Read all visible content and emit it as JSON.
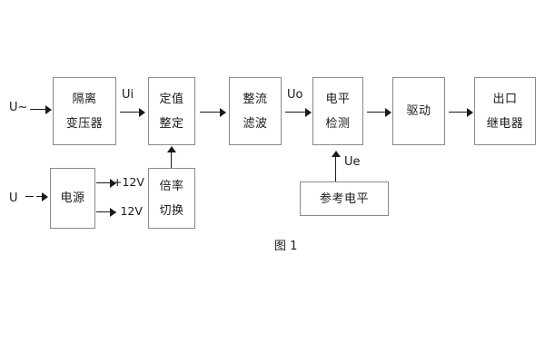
{
  "diagram": {
    "caption": "图 1",
    "blocks": [
      {
        "id": "isolation-transformer",
        "lines": [
          "隔离",
          "变压器"
        ]
      },
      {
        "id": "setting-value",
        "lines": [
          "定值",
          "整定"
        ]
      },
      {
        "id": "rectify-filter",
        "lines": [
          "整流",
          "滤波"
        ]
      },
      {
        "id": "level-detection",
        "lines": [
          "电平",
          "检测"
        ]
      },
      {
        "id": "drive",
        "lines": [
          "驱动"
        ]
      },
      {
        "id": "output-relay",
        "lines": [
          "出口",
          "继电器"
        ]
      },
      {
        "id": "power-supply",
        "lines": [
          "电源"
        ]
      },
      {
        "id": "multiplier-switch",
        "lines": [
          "倍率",
          "切换"
        ]
      },
      {
        "id": "reference-level",
        "lines": [
          "参考电平"
        ]
      }
    ],
    "signals": {
      "ac_input": "U~",
      "dc_input": "U",
      "ui": "Ui",
      "uo": "Uo",
      "ue": "Ue",
      "positive_supply": "+12V",
      "negative_supply": "- 12V"
    },
    "colors": {
      "box_border": "#8a8a8a",
      "text": "#1a1a1a",
      "arrow": "#1a1a1a",
      "background": "#ffffff"
    }
  }
}
